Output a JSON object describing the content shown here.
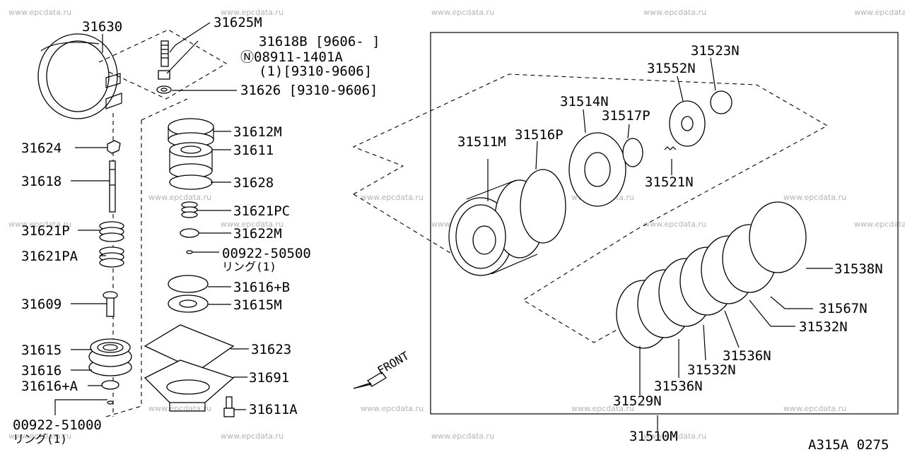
{
  "diagram": {
    "code": "A315A 0275",
    "front_label": "FRONT",
    "assembly_label": "31510M",
    "watermark": "www.epcdata.ru",
    "labels": {
      "p31630": "31630",
      "p31625M": "31625M",
      "p31618B": "31618B [9606-     ]",
      "p08911": "Ⓝ08911-1401A",
      "p08911_qty": "(1)[9310-9606]",
      "p31626": "31626 [9310-9606]",
      "p31624": "31624",
      "p31618": "31618",
      "p31621P": "31621P",
      "p31621PA": "31621PA",
      "p31609": "31609",
      "p31615": "31615",
      "p31616": "31616",
      "p31616A": "31616+A",
      "p00922_51000": "00922-51000",
      "p00922_51000_ring": "リング(1)",
      "p31612M": "31612M",
      "p31611": "31611",
      "p31628": "31628",
      "p31621PC": "31621PC",
      "p31622M": "31622M",
      "p00922_50500": "00922-50500",
      "p00922_50500_ring": "リング(1)",
      "p31616B": "31616+B",
      "p31615M": "31615M",
      "p31623": "31623",
      "p31691": "31691",
      "p31611A": "31611A",
      "p31523N": "31523N",
      "p31552N": "31552N",
      "p31514N": "31514N",
      "p31517P": "31517P",
      "p31511M": "31511M",
      "p31516P": "31516P",
      "p31521N": "31521N",
      "p31538N": "31538N",
      "p31567N": "31567N",
      "p31532N_a": "31532N",
      "p31536N_a": "31536N",
      "p31532N_b": "31532N",
      "p31536N_b": "31536N",
      "p31529N": "31529N"
    }
  }
}
